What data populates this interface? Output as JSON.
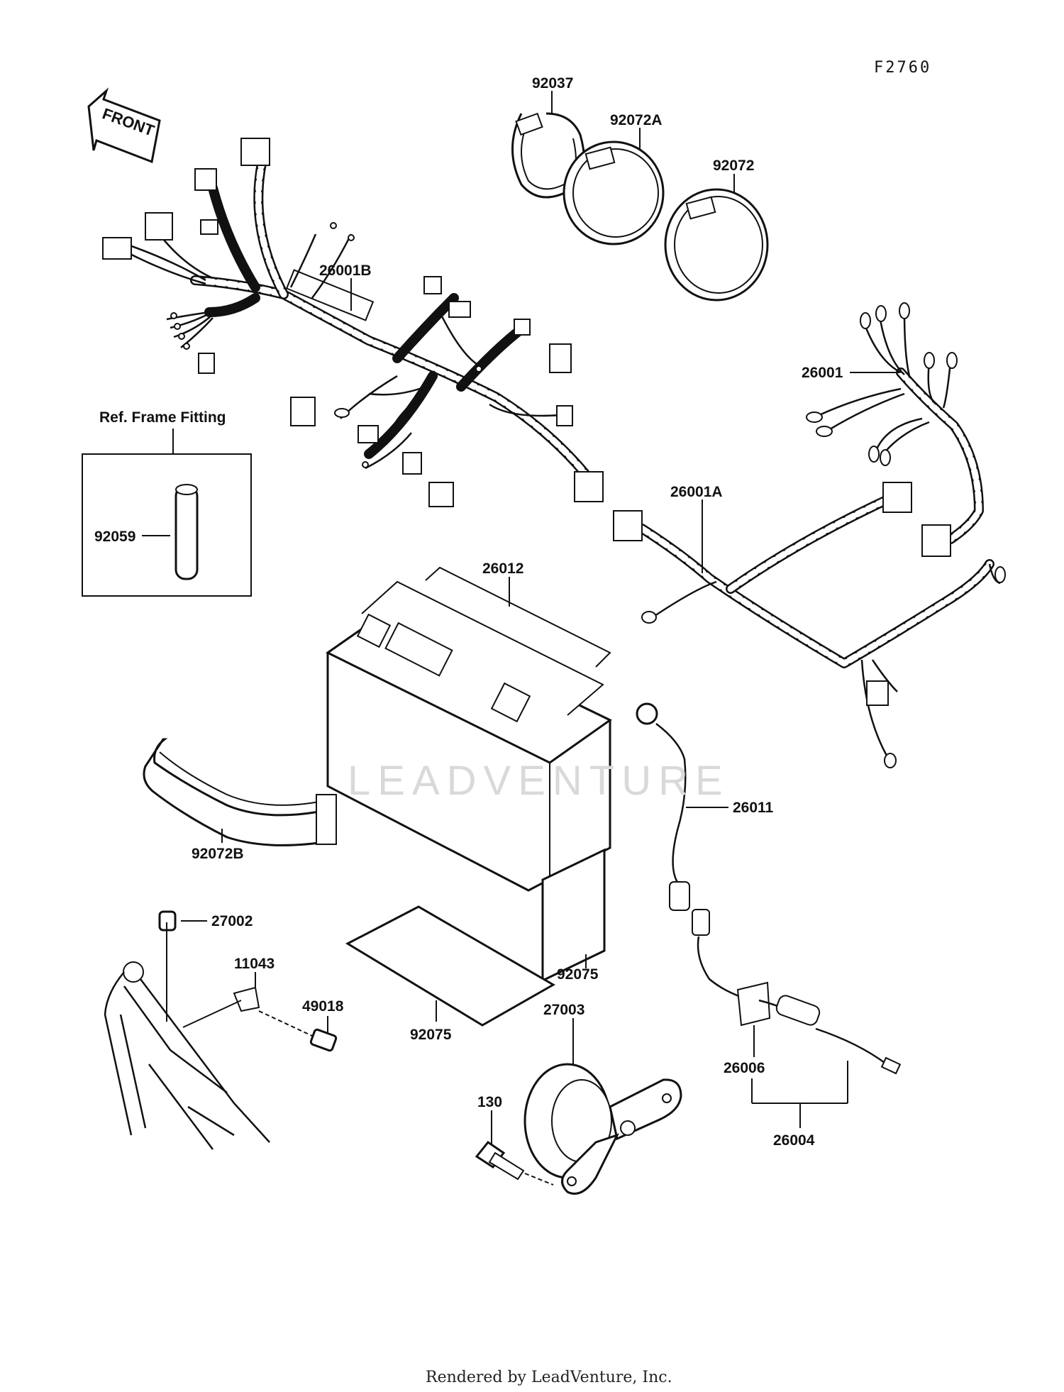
{
  "figure_id": "F2760",
  "direction_arrow": "FRONT",
  "inset_title": "Ref. Frame Fitting",
  "watermark": "LEADVENTURE",
  "footer": "Rendered by LeadVenture, Inc.",
  "parts": [
    {
      "id": "92037"
    },
    {
      "id": "92072A"
    },
    {
      "id": "92072"
    },
    {
      "id": "26001B"
    },
    {
      "id": "26001"
    },
    {
      "id": "26001A"
    },
    {
      "id": "92059"
    },
    {
      "id": "26012"
    },
    {
      "id": "92072B"
    },
    {
      "id": "26011"
    },
    {
      "id": "27002"
    },
    {
      "id": "11043"
    },
    {
      "id": "49018"
    },
    {
      "id": "92075"
    },
    {
      "id": "92075"
    },
    {
      "id": "27003"
    },
    {
      "id": "26006"
    },
    {
      "id": "130"
    },
    {
      "id": "26004"
    }
  ]
}
